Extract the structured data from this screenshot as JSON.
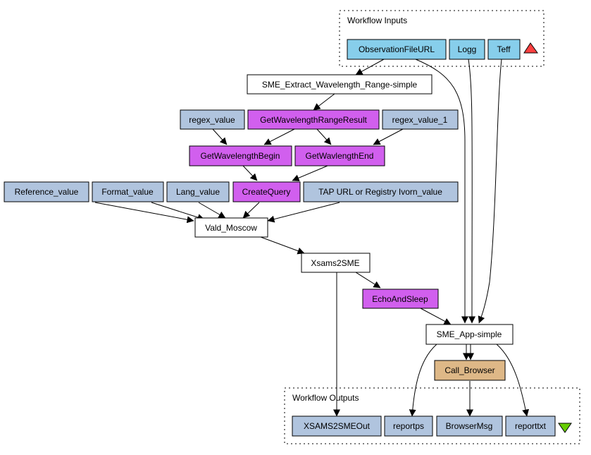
{
  "colors": {
    "input": "#87ceeb",
    "constant": "#b0c4de",
    "processor": "#ffffff",
    "localworker": "#d15fee",
    "beanshell": "#deb887",
    "output": "#b0c4de",
    "input_marker": "#ff4040",
    "output_marker": "#66cd00"
  },
  "clusters": {
    "inputs": "Workflow Inputs",
    "outputs": "Workflow Outputs"
  },
  "nodes": {
    "observation_file_url": "ObservationFileURL",
    "logg": "Logg",
    "teff": "Teff",
    "sme_extract": "SME_Extract_Wavelength_Range-simple",
    "regex_value": "regex_value",
    "get_wavelength_range_result": "GetWavelengthRangeResult",
    "regex_value_1": "regex_value_1",
    "get_wavelength_begin": "GetWavelengthBegin",
    "get_wavlength_end": "GetWavlengthEnd",
    "reference_value": "Reference_value",
    "format_value": "Format_value",
    "lang_value": "Lang_value",
    "create_query": "CreateQuery",
    "tap_url": "TAP URL or Registry Ivorn_value",
    "vald_moscow": "Vald_Moscow",
    "xsams2sme": "Xsams2SME",
    "echo_and_sleep": "EchoAndSleep",
    "sme_app": "SME_App-simple",
    "call_browser": "Call_Browser",
    "xsams2smeout": "XSAMS2SMEOut",
    "reportps": "reportps",
    "browsermsg": "BrowserMsg",
    "reporttxt": "reporttxt"
  }
}
